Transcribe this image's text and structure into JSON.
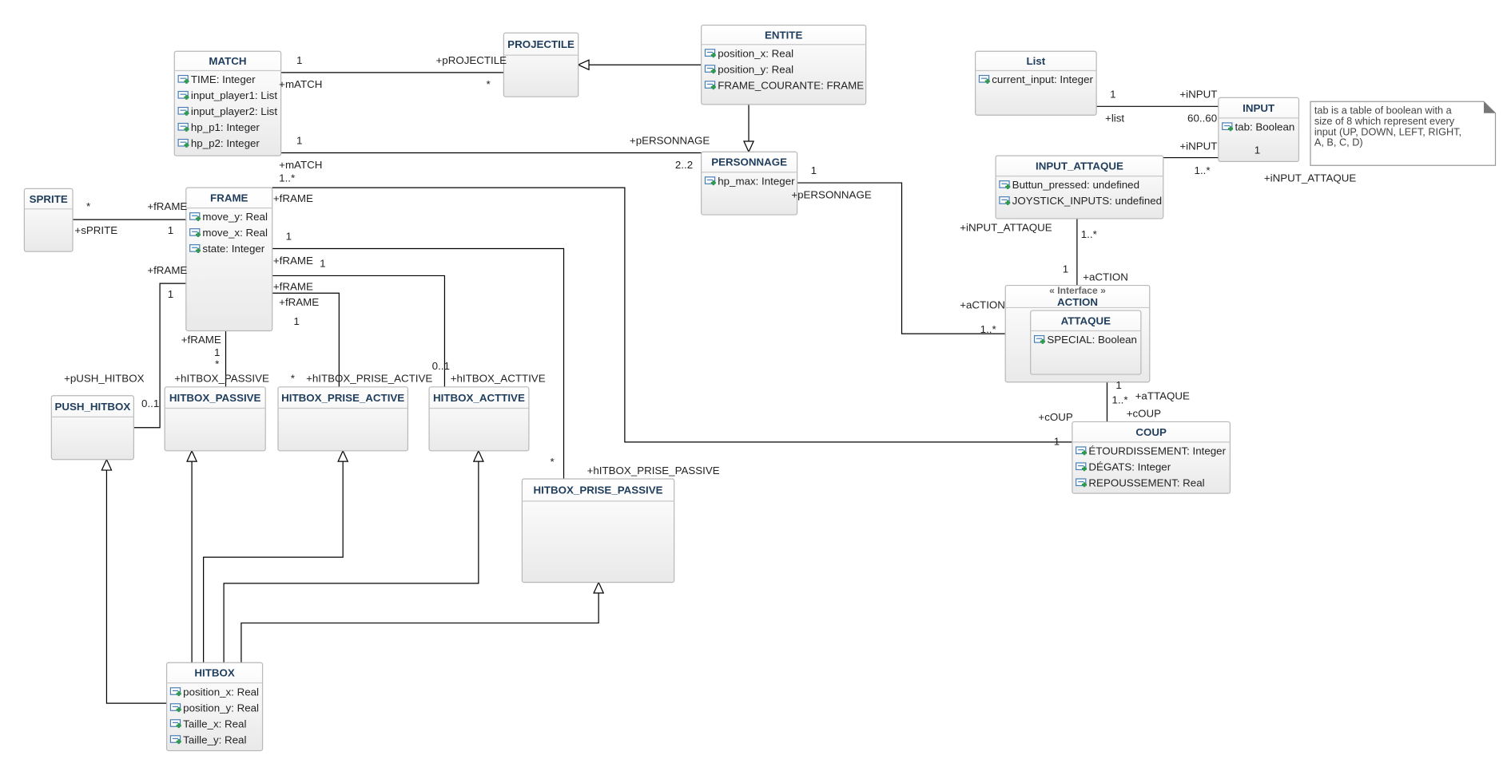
{
  "diagram": {
    "classes": [
      {
        "id": "MATCH",
        "name": "MATCH",
        "attributes": [
          "TIME: Integer",
          "input_player1: List",
          "input_player2: List",
          "hp_p1: Integer",
          "hp_p2: Integer"
        ]
      },
      {
        "id": "PROJECTILE",
        "name": "PROJECTILE",
        "attributes": []
      },
      {
        "id": "ENTITE",
        "name": "ENTITE",
        "attributes": [
          "position_x: Real",
          "position_y: Real",
          "FRAME_COURANTE: FRAME"
        ]
      },
      {
        "id": "List",
        "name": "List",
        "attributes": [
          "current_input: Integer"
        ]
      },
      {
        "id": "INPUT",
        "name": "INPUT",
        "attributes": [
          "tab: Boolean"
        ]
      },
      {
        "id": "PERSONNAGE",
        "name": "PERSONNAGE",
        "attributes": [
          "hp_max: Integer"
        ]
      },
      {
        "id": "INPUT_ATTAQUE",
        "name": "INPUT_ATTAQUE",
        "attributes": [
          "Buttun_pressed: undefined",
          "JOYSTICK_INPUTS: undefined"
        ]
      },
      {
        "id": "SPRITE",
        "name": "SPRITE",
        "attributes": []
      },
      {
        "id": "FRAME",
        "name": "FRAME",
        "attributes": [
          "move_y: Real",
          "move_x: Real",
          "state: Integer"
        ]
      },
      {
        "id": "ACTION",
        "name": "ACTION",
        "stereotype": "« Interface »",
        "attributes": []
      },
      {
        "id": "ATTAQUE",
        "name": "ATTAQUE",
        "attributes": [
          "SPECIAL: Boolean"
        ]
      },
      {
        "id": "PUSH_HITBOX",
        "name": "PUSH_HITBOX",
        "attributes": []
      },
      {
        "id": "HITBOX_PASSIVE",
        "name": "HITBOX_PASSIVE",
        "attributes": []
      },
      {
        "id": "HITBOX_PRISE_ACTIVE",
        "name": "HITBOX_PRISE_ACTIVE",
        "attributes": []
      },
      {
        "id": "HITBOX_ACTTIVE",
        "name": "HITBOX_ACTTIVE",
        "attributes": []
      },
      {
        "id": "HITBOX_PRISE_PASSIVE",
        "name": "HITBOX_PRISE_PASSIVE",
        "attributes": []
      },
      {
        "id": "COUP",
        "name": "COUP",
        "attributes": [
          "ÉTOURDISSEMENT: Integer",
          "DÉGATS: Integer",
          "REPOUSSEMENT: Real"
        ]
      },
      {
        "id": "HITBOX",
        "name": "HITBOX",
        "attributes": [
          "position_x: Real",
          "position_y: Real",
          "Taille_x: Real",
          "Taille_y: Real"
        ]
      }
    ],
    "associations": [
      {
        "id": "match-projectile",
        "labels": [
          "1",
          "+pROJECTILE",
          "+mATCH",
          "*"
        ]
      },
      {
        "id": "match-personnage",
        "labels": [
          "1",
          "+pERSONNAGE",
          "+mATCH",
          "2..2"
        ]
      },
      {
        "id": "frame-coup",
        "labels": [
          "1..*",
          "+fRAME",
          "+cOUP",
          "1"
        ]
      },
      {
        "id": "sprite-frame",
        "labels": [
          "*",
          "+fRAME",
          "+sPRITE",
          "1"
        ]
      },
      {
        "id": "frame-push-hitbox",
        "labels": [
          "+fRAME",
          "1",
          "+pUSH_HITBOX",
          "0..1"
        ]
      },
      {
        "id": "frame-hitbox-passive",
        "labels": [
          "+fRAME",
          "1",
          "*",
          "+hITBOX_PASSIVE"
        ]
      },
      {
        "id": "frame-hitbox-prise-active",
        "labels": [
          "+fRAME",
          "1",
          "*",
          "+hITBOX_PRISE_ACTIVE"
        ]
      },
      {
        "id": "frame-hitbox-acttive",
        "labels": [
          "1",
          "+fRAME",
          "0..1",
          "+hITBOX_ACTTIVE"
        ]
      },
      {
        "id": "frame-hitbox-prise-passive",
        "labels": [
          "1",
          "+fRAME",
          "*",
          "+hITBOX_PRISE_PASSIVE"
        ]
      },
      {
        "id": "list-input",
        "labels": [
          "1",
          "+iNPUT",
          "+list",
          "60..60"
        ]
      },
      {
        "id": "input-input-attaque",
        "labels": [
          "+iNPUT",
          "1",
          "1..*",
          "+iNPUT_ATTAQUE"
        ]
      },
      {
        "id": "personnage-action",
        "labels": [
          "1",
          "+pERSONNAGE",
          "+aCTION",
          "1..*"
        ]
      },
      {
        "id": "input-attaque-action",
        "labels": [
          "+iNPUT_ATTAQUE",
          "1..*",
          "1",
          "+aCTION"
        ]
      },
      {
        "id": "attaque-coup",
        "labels": [
          "1",
          "1..*",
          "+aTTAQUE",
          "+cOUP"
        ]
      }
    ],
    "generalizations": [
      {
        "child": "ENTITE",
        "parent": "PROJECTILE"
      },
      {
        "child": "ENTITE",
        "parent": "PERSONNAGE"
      },
      {
        "child": "HITBOX",
        "parent": "PUSH_HITBOX"
      },
      {
        "child": "HITBOX",
        "parent": "HITBOX_PASSIVE"
      },
      {
        "child": "HITBOX",
        "parent": "HITBOX_PRISE_ACTIVE"
      },
      {
        "child": "HITBOX",
        "parent": "HITBOX_ACTTIVE"
      },
      {
        "child": "HITBOX",
        "parent": "HITBOX_PRISE_PASSIVE"
      }
    ],
    "note": {
      "lines": [
        "tab is a table of boolean with a",
        "size of 8 which represent every",
        "input (UP, DOWN, LEFT, RIGHT,",
        "A, B, C, D)"
      ]
    }
  },
  "colors": {
    "class_name": "#1f3d5c",
    "attr_icon": "#4a7fb5",
    "attr_plus": "#2e9a4a",
    "line": "#000000"
  }
}
